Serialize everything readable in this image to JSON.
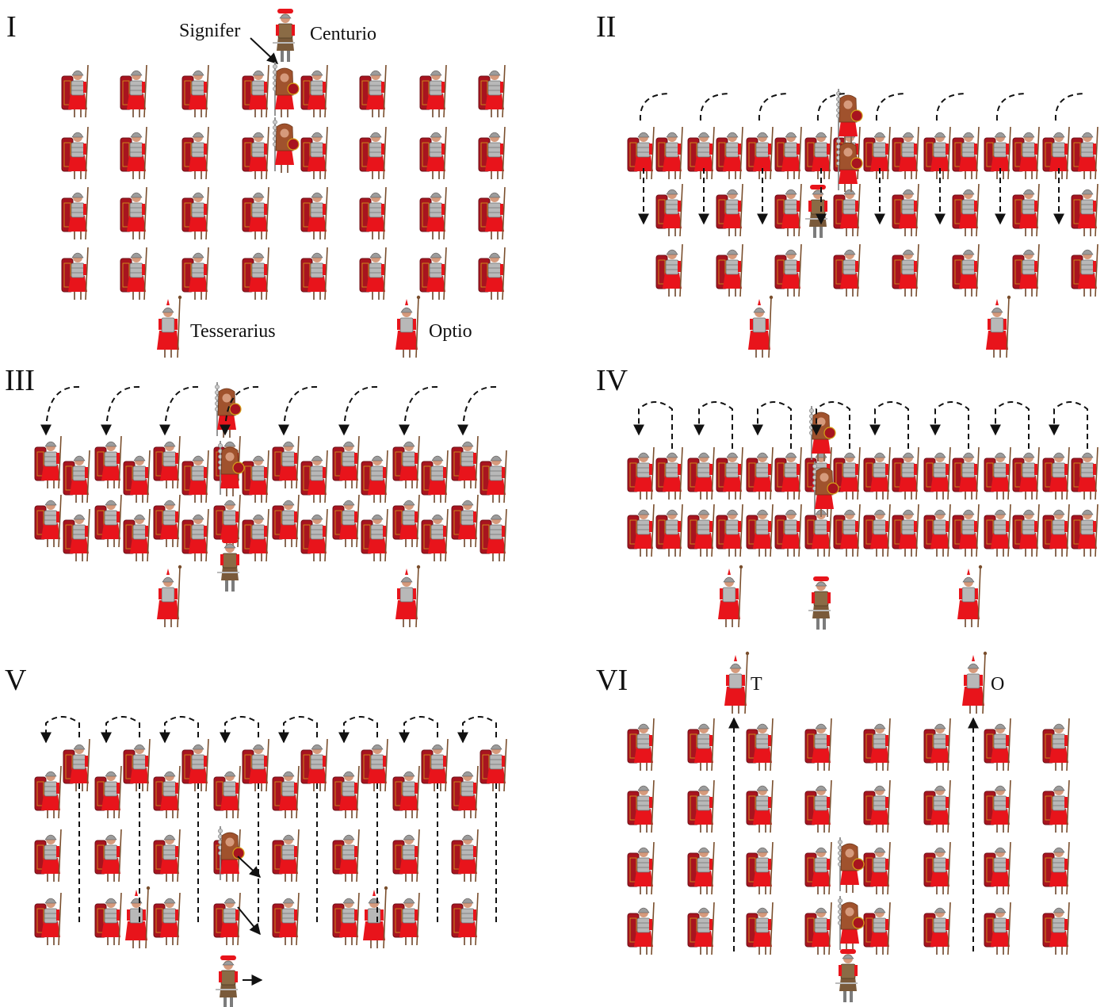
{
  "panels": [
    {
      "numeral": "I"
    },
    {
      "numeral": "II"
    },
    {
      "numeral": "III"
    },
    {
      "numeral": "IV"
    },
    {
      "numeral": "V"
    },
    {
      "numeral": "VI"
    }
  ],
  "labels": {
    "signifer": "Signifer",
    "centurio": "Centurio",
    "tesserarius": "Tesserarius",
    "optio": "Optio",
    "t_short": "T",
    "o_short": "O"
  },
  "colors": {
    "tunic": "#e8141b",
    "shield": "#a8141f",
    "shield_dark": "#6e0e15",
    "helmet": "#9c9c9c",
    "armor": "#b8b8b8",
    "skin": "#d69a7c",
    "fur": "#a0522d",
    "arrow": "#111111"
  },
  "icons": [
    "legionary-icon",
    "standard-bearer-icon",
    "centurion-icon",
    "officer-icon"
  ]
}
